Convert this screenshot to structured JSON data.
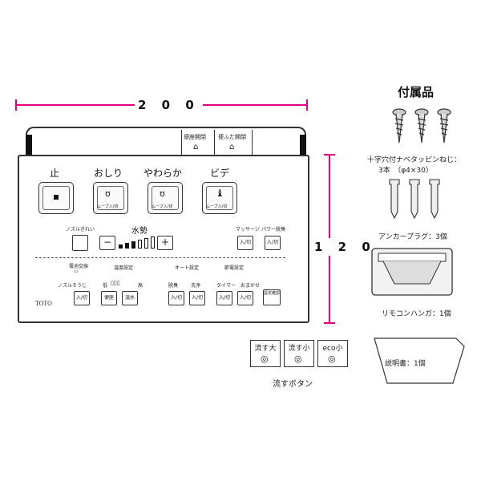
{
  "dimensions": {
    "width": "2 0 0",
    "height": "1 2 0"
  },
  "remote": {
    "top_buttons": [
      "便座開閉",
      "便ふた開閉"
    ],
    "main_buttons": [
      {
        "label": "止",
        "sub": ""
      },
      {
        "label": "おしり",
        "sub": "ムーブ入/切"
      },
      {
        "label": "やわらか",
        "sub": "ムーブ入/切"
      },
      {
        "label": "ビデ",
        "sub": "ムーブ入/切"
      }
    ],
    "nozzle_clean": "ノズルきれい",
    "water_pressure": "水勢",
    "massage": "マッサージ",
    "power_deodorize": "パワー脱臭",
    "on_off": "入/切",
    "minus": "−",
    "plus": "+",
    "power_save": "電池交換",
    "nozzle_clean2": "ノズルそうじ",
    "temp_setting": "温度設定",
    "temp_low": "低",
    "temp_high": "高",
    "seat": "便座",
    "warm_water": "温水",
    "auto_setting": "オート設定",
    "auto_items": [
      "脱臭",
      "洗浄"
    ],
    "energy_setting": "節電設定",
    "energy_items": [
      "タイマー",
      "おまかせ"
    ],
    "setting_confirm": "設定確認",
    "brand": "TOTO"
  },
  "accessories": {
    "title": "付属品",
    "screws_label": "十字穴付ナベタッピンねじ：",
    "screws_count": "3本　（φ4×30）",
    "anchor_label": "アンカープラグ：3個",
    "hanger_label": "リモコンハンガ：1個",
    "manual_label": "説明書：1個"
  },
  "flush": {
    "buttons": [
      {
        "label": "流す大"
      },
      {
        "label": "流す小"
      },
      {
        "label": "eco小"
      }
    ],
    "caption": "流すボタン"
  }
}
